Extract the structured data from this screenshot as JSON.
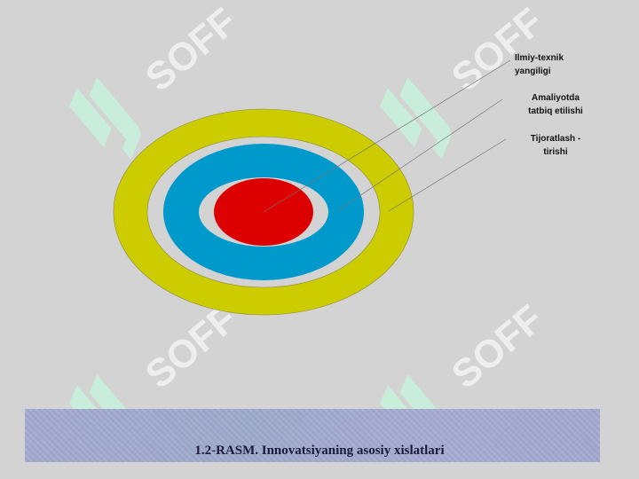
{
  "diagram": {
    "layers": [
      {
        "name": "outer-ring",
        "color": "#cccc00"
      },
      {
        "name": "middle-ring",
        "color": "#0099cc"
      },
      {
        "name": "core",
        "color": "#dd0000"
      }
    ],
    "labels": [
      {
        "line1": "Ilmiy-texnik",
        "line2": "yangiligi"
      },
      {
        "line1": "Amaliyotda",
        "line2": "tatbiq etilishi"
      },
      {
        "line1": "Tijoratlash -",
        "line2": "tirishi"
      }
    ]
  },
  "caption": "1.2-RASM. Innovatsiyaning asosiy xislatlari",
  "watermark": {
    "text": "SOFF",
    "color": "#f1f1f1"
  }
}
